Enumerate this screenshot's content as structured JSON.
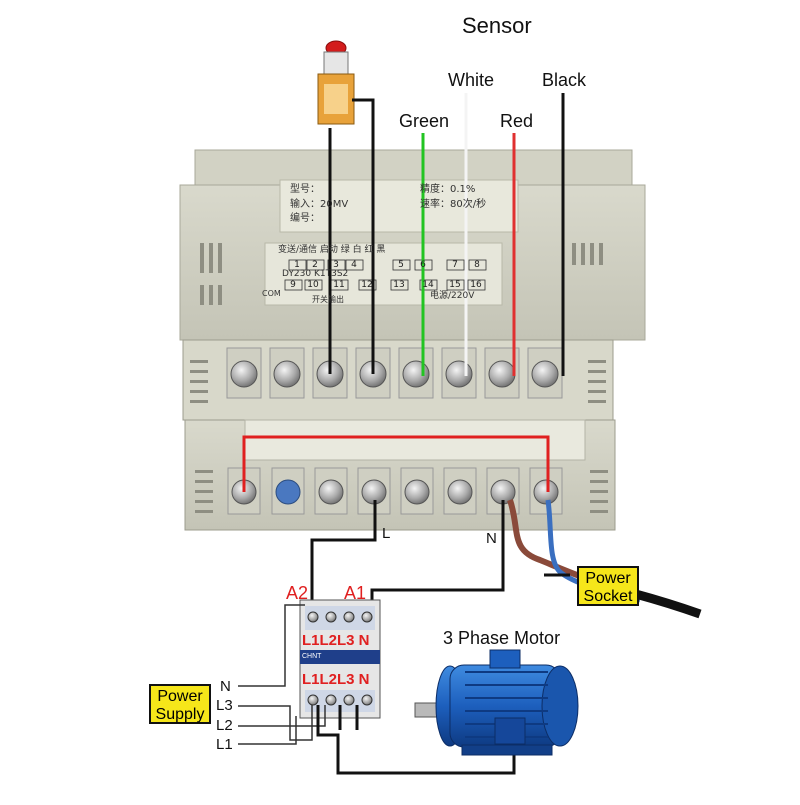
{
  "title": "Sensor",
  "sensor_wires": [
    {
      "label": "Green",
      "color": "#22c422"
    },
    {
      "label": "White",
      "color": "#f2f2f2"
    },
    {
      "label": "Red",
      "color": "#e03030"
    },
    {
      "label": "Black",
      "color": "#111111"
    }
  ],
  "controller": {
    "model_line": "型号：",
    "precision_line": "精度：0.1%",
    "input_line": "输入：20MV",
    "rate_line": "速率：80次/秒",
    "serial_line": "编号：",
    "header_line": "变送/通信  启动   绿 白 红 黑",
    "model_code": "DY230 K1T3S2",
    "top_terminals": [
      "1",
      "2",
      "3",
      "4",
      "5",
      "6",
      "7",
      "8"
    ],
    "bottom_terminals": [
      "9",
      "10",
      "11",
      "12",
      "13",
      "14",
      "15",
      "16"
    ],
    "com_label": "COM",
    "switch_output": "开关输出",
    "power_label": "电源/220V"
  },
  "wiring_labels": {
    "L": "L",
    "N": "N"
  },
  "contactor": {
    "coil_left": "A2",
    "coil_right": "A1",
    "top_line": "L1L2L3 N",
    "bottom_line": "L1L2L3 N",
    "brand": "CHNT"
  },
  "power_socket": {
    "line1": "Power",
    "line2": "Socket"
  },
  "power_supply": {
    "line1": "Power",
    "line2": "Supply"
  },
  "supply_lines": [
    "N",
    "L3",
    "L2",
    "L1"
  ],
  "motor_label": "3 Phase Motor"
}
